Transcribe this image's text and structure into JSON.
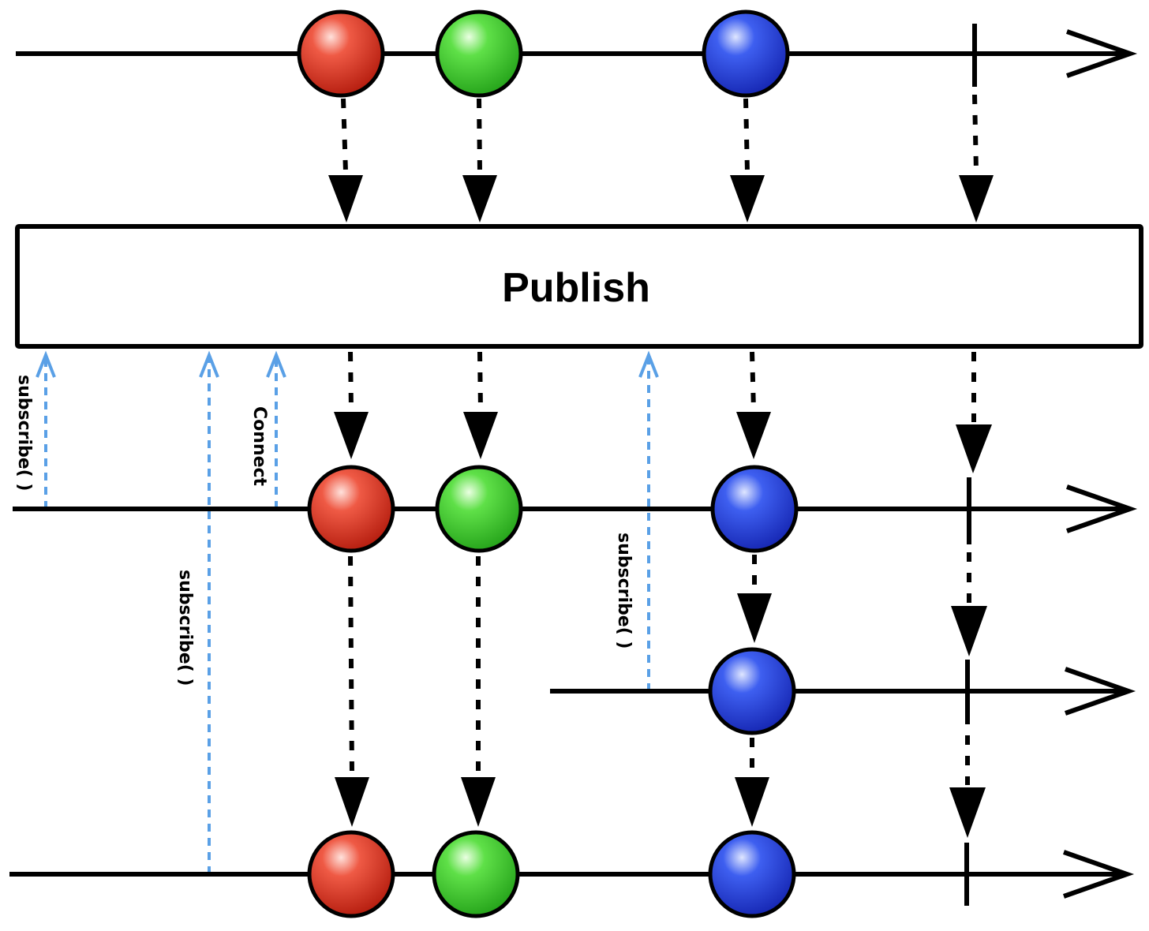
{
  "operator": {
    "name": "Publish"
  },
  "annotations": {
    "subscribe_first": "subscribe( )",
    "subscribe_second": "subscribe( )",
    "connect": "Connect",
    "subscribe_third": "subscribe( )"
  },
  "colors": {
    "red": "#e8402a",
    "green": "#4fd63a",
    "blue": "#2f4fe8",
    "subscription_arrow": "#5aa0e6",
    "line": "#000000"
  },
  "timelines": [
    {
      "role": "source",
      "items": [
        "red",
        "green",
        "blue",
        "complete"
      ]
    },
    {
      "role": "subscriber-1",
      "items": [
        "red",
        "green",
        "blue",
        "complete"
      ]
    },
    {
      "role": "subscriber-3",
      "items": [
        "blue",
        "complete"
      ]
    },
    {
      "role": "subscriber-2",
      "items": [
        "red",
        "green",
        "blue",
        "complete"
      ]
    }
  ]
}
